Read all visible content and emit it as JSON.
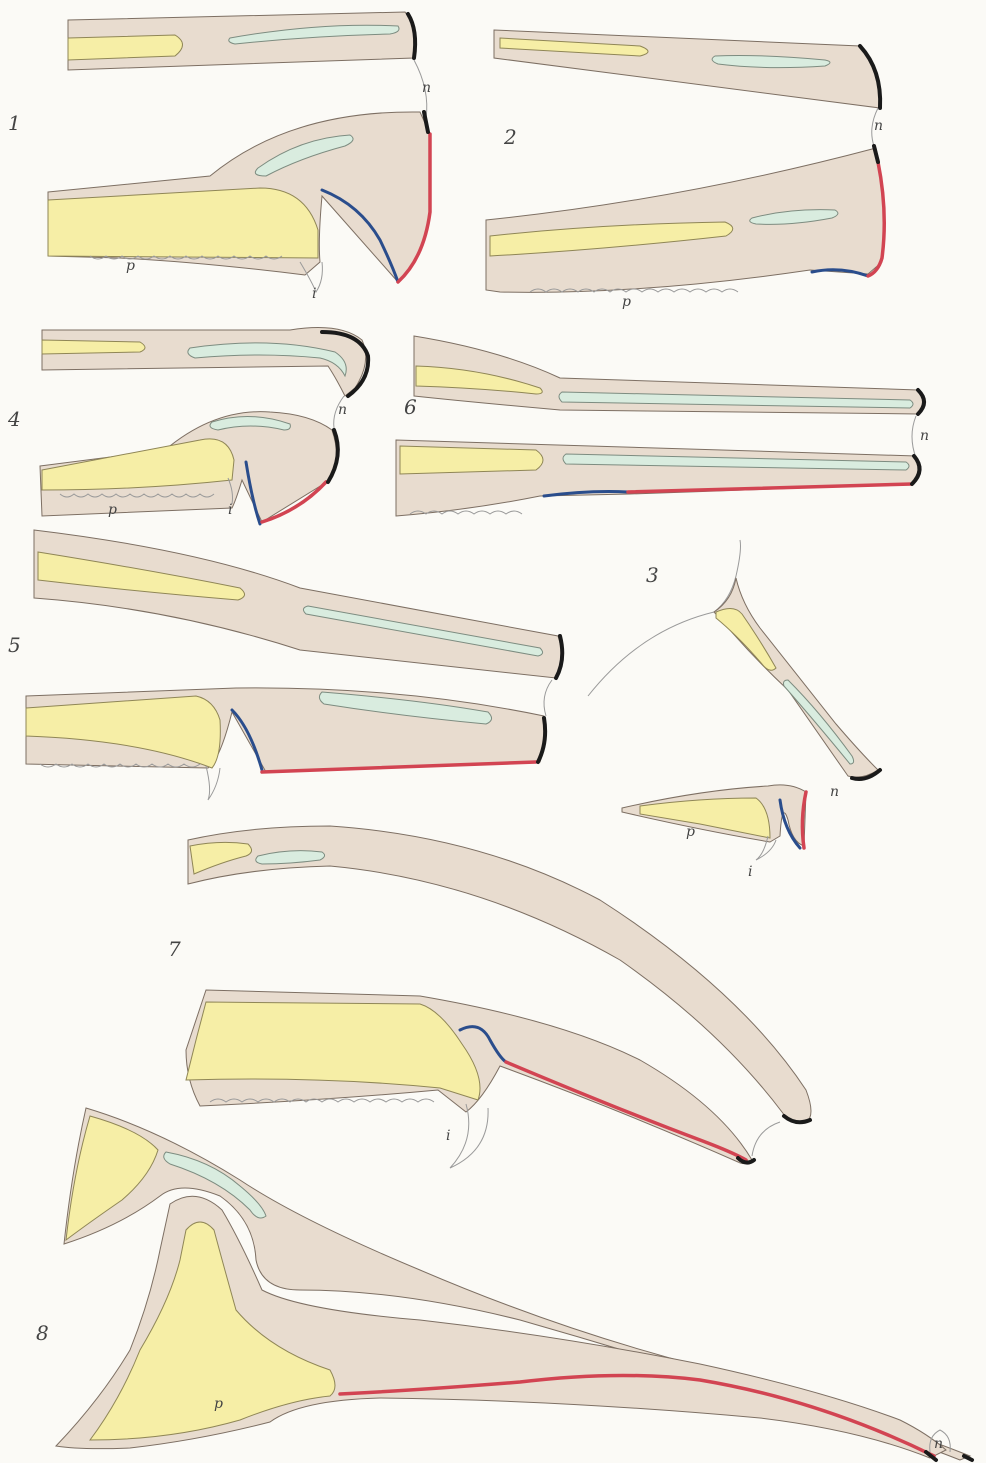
{
  "figures": [
    {
      "number": "1",
      "labels": [
        "n",
        "p",
        "i"
      ]
    },
    {
      "number": "2",
      "labels": [
        "n",
        "p"
      ]
    },
    {
      "number": "3",
      "labels": [
        "n",
        "p",
        "i"
      ]
    },
    {
      "number": "4",
      "labels": [
        "n",
        "p",
        "i"
      ]
    },
    {
      "number": "5",
      "labels": []
    },
    {
      "number": "6",
      "labels": [
        "n"
      ]
    },
    {
      "number": "7",
      "labels": [
        "i"
      ]
    },
    {
      "number": "8",
      "labels": [
        "p",
        "n"
      ]
    }
  ],
  "colors": {
    "soft_tissue": "#e8dccf",
    "bone": "#f6eea6",
    "canal": "#d9ecdf",
    "nail_tip": "#1a1a1a",
    "blue_line": "#2a4d8c",
    "red_line": "#d24452",
    "background": "#fbfaf6"
  }
}
